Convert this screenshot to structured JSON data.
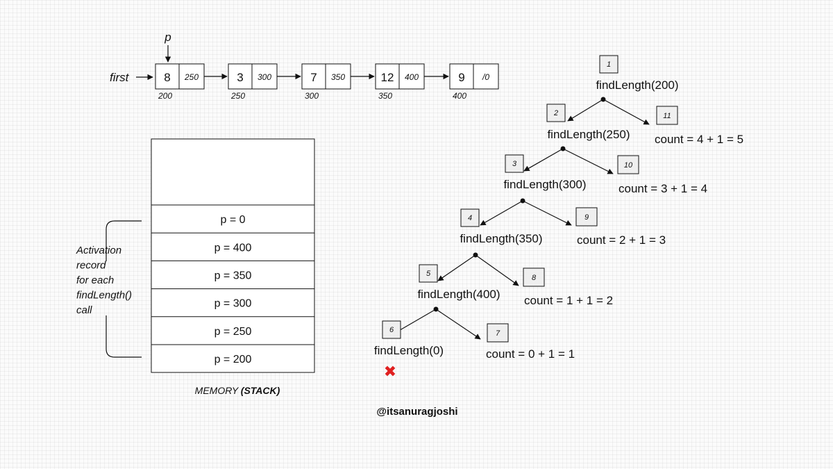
{
  "linked_list": {
    "pointer_label": "p",
    "head_label": "first",
    "nodes": [
      {
        "data": "8",
        "next": "250",
        "address": "200"
      },
      {
        "data": "3",
        "next": "300",
        "address": "250"
      },
      {
        "data": "7",
        "next": "350",
        "address": "300"
      },
      {
        "data": "12",
        "next": "400",
        "address": "350"
      },
      {
        "data": "9",
        "next": "/0",
        "address": "400"
      }
    ]
  },
  "stack": {
    "frames": [
      "p = 0",
      "p = 400",
      "p = 350",
      "p = 300",
      "p = 250",
      "p = 200"
    ],
    "caption_plain": "MEMORY ",
    "caption_bold": "(STACK)",
    "brace_label_lines": [
      "Activation",
      "record",
      "for each",
      "findLength()",
      "call"
    ]
  },
  "recursion": {
    "calls": [
      {
        "label": "findLength(200)",
        "step": "1",
        "result": "count = 4 + 1 = 5",
        "result_step": "11"
      },
      {
        "label": "findLength(250)",
        "step": "2",
        "result": "count = 3 + 1 = 4",
        "result_step": "10"
      },
      {
        "label": "findLength(300)",
        "step": "3",
        "result": "count = 2 + 1 = 3",
        "result_step": "9"
      },
      {
        "label": "findLength(350)",
        "step": "4",
        "result": "count = 1 + 1 = 2",
        "result_step": "8"
      },
      {
        "label": "findLength(400)",
        "step": "5",
        "result": "count = 0 + 1 = 1",
        "result_step": "7"
      },
      {
        "label": "findLength(0)",
        "step": "6"
      }
    ],
    "terminate_mark": "✖",
    "terminate_color": "#e02020"
  },
  "footer": {
    "handle": "@itsanuragjoshi"
  }
}
